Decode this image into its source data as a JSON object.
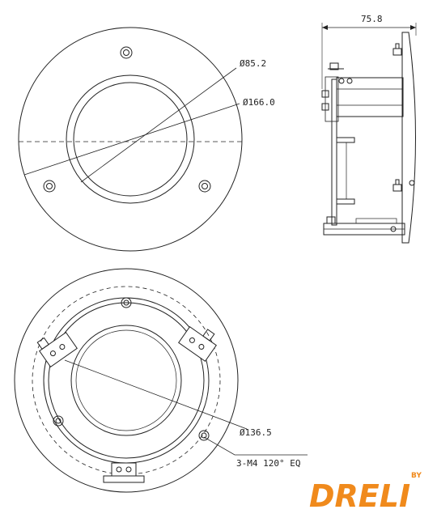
{
  "top_view": {
    "inner_diameter_label": "Ø85.2",
    "outer_diameter_label": "Ø166.0"
  },
  "side_view": {
    "depth_label": "75.8"
  },
  "bottom_view": {
    "ring_diameter_label": "Ø136.5",
    "screw_note": "3-M4 120°  EQ"
  },
  "logo": {
    "brand": "DRELI",
    "by": "BY"
  },
  "colors": {
    "line": "#222222",
    "brand_orange": "#f08a1c"
  }
}
